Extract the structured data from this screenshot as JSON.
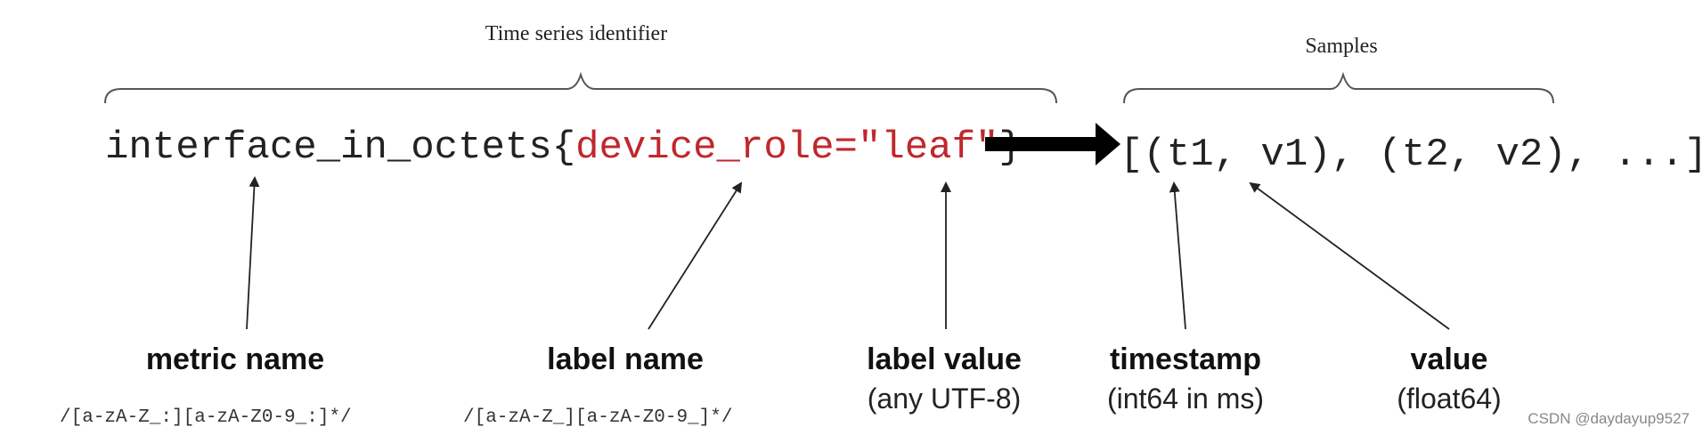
{
  "groups": {
    "identifier_label": "Time series identifier",
    "samples_label": "Samples"
  },
  "expression": {
    "metric": "interface_in_octets",
    "open_brace": "{",
    "label_part": "device_role=\"leaf\"",
    "close_brace": "}",
    "samples": "[(t1, v1), (t2, v2), ...]"
  },
  "annotations": {
    "metric_name": {
      "term": "metric name",
      "regex": "/[a-zA-Z_:][a-zA-Z0-9_:]*/"
    },
    "label_name": {
      "term": "label name",
      "regex": "/[a-zA-Z_][a-zA-Z0-9_]*/"
    },
    "label_value": {
      "term": "label value",
      "note": "(any UTF-8)"
    },
    "timestamp": {
      "term": "timestamp",
      "note": "(int64 in ms)"
    },
    "value": {
      "term": "value",
      "note": "(float64)"
    }
  },
  "watermark": "CSDN @daydayup9527",
  "colors": {
    "label_text": "#c0272d",
    "code_text": "#222222",
    "arrow": "#000000"
  }
}
